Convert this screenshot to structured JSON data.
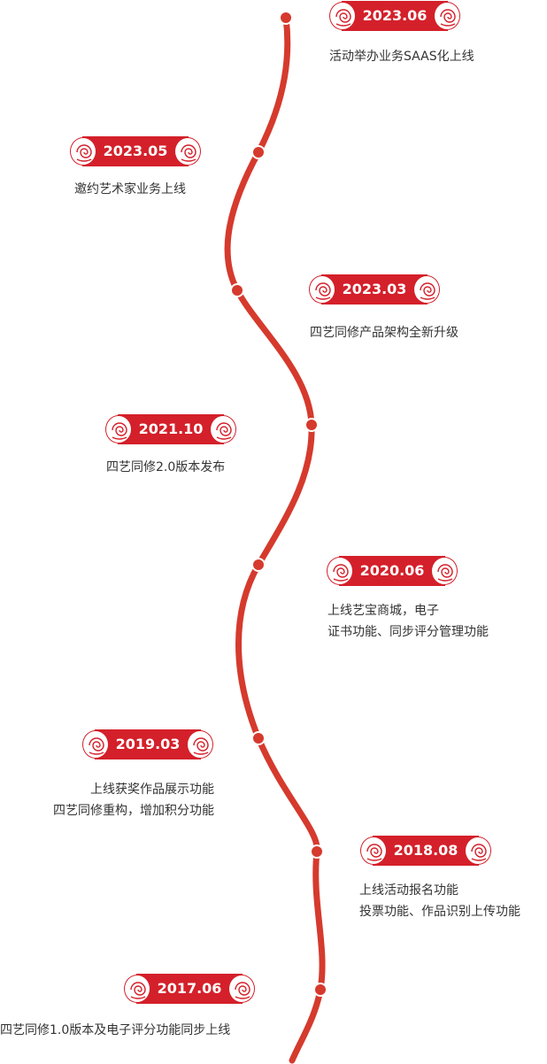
{
  "milestones": [
    {
      "date": "2023.06",
      "lines": [
        "活动举办业务SAAS化上线"
      ]
    },
    {
      "date": "2023.05",
      "lines": [
        "邀约艺术家业务上线"
      ]
    },
    {
      "date": "2023.03",
      "lines": [
        "四艺同修产品架构全新升级"
      ]
    },
    {
      "date": "2021.10",
      "lines": [
        "四艺同修2.0版本发布"
      ]
    },
    {
      "date": "2020.06",
      "lines": [
        "上线艺宝商城，电子",
        "证书功能、同步评分管理功能"
      ]
    },
    {
      "date": "2019.03",
      "lines": [
        "上线获奖作品展示功能",
        "四艺同修重构，增加积分功能"
      ]
    },
    {
      "date": "2018.08",
      "lines": [
        "上线活动报名功能",
        "投票功能、作品识别上传功能"
      ]
    },
    {
      "date": "2017.06",
      "lines": [
        "四艺同修1.0版本及电子评分功能同步上线"
      ]
    }
  ],
  "colors": {
    "accent": "#d4202a",
    "line": "#d53a2d",
    "text": "#333333"
  }
}
